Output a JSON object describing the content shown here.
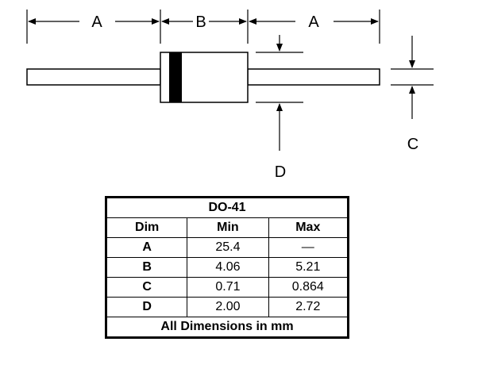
{
  "diagram": {
    "labels": {
      "a_left": "A",
      "b": "B",
      "a_right": "A",
      "c": "C",
      "d": "D"
    },
    "colors": {
      "line": "#000000",
      "cathode_band": "#000000",
      "body": "#ffffff"
    }
  },
  "table": {
    "title": "DO-41",
    "headers": [
      "Dim",
      "Min",
      "Max"
    ],
    "rows": [
      {
        "dim": "A",
        "min": "25.4",
        "max": "—"
      },
      {
        "dim": "B",
        "min": "4.06",
        "max": "5.21"
      },
      {
        "dim": "C",
        "min": "0.71",
        "max": "0.864"
      },
      {
        "dim": "D",
        "min": "2.00",
        "max": "2.72"
      }
    ],
    "footer": "All Dimensions in mm"
  }
}
